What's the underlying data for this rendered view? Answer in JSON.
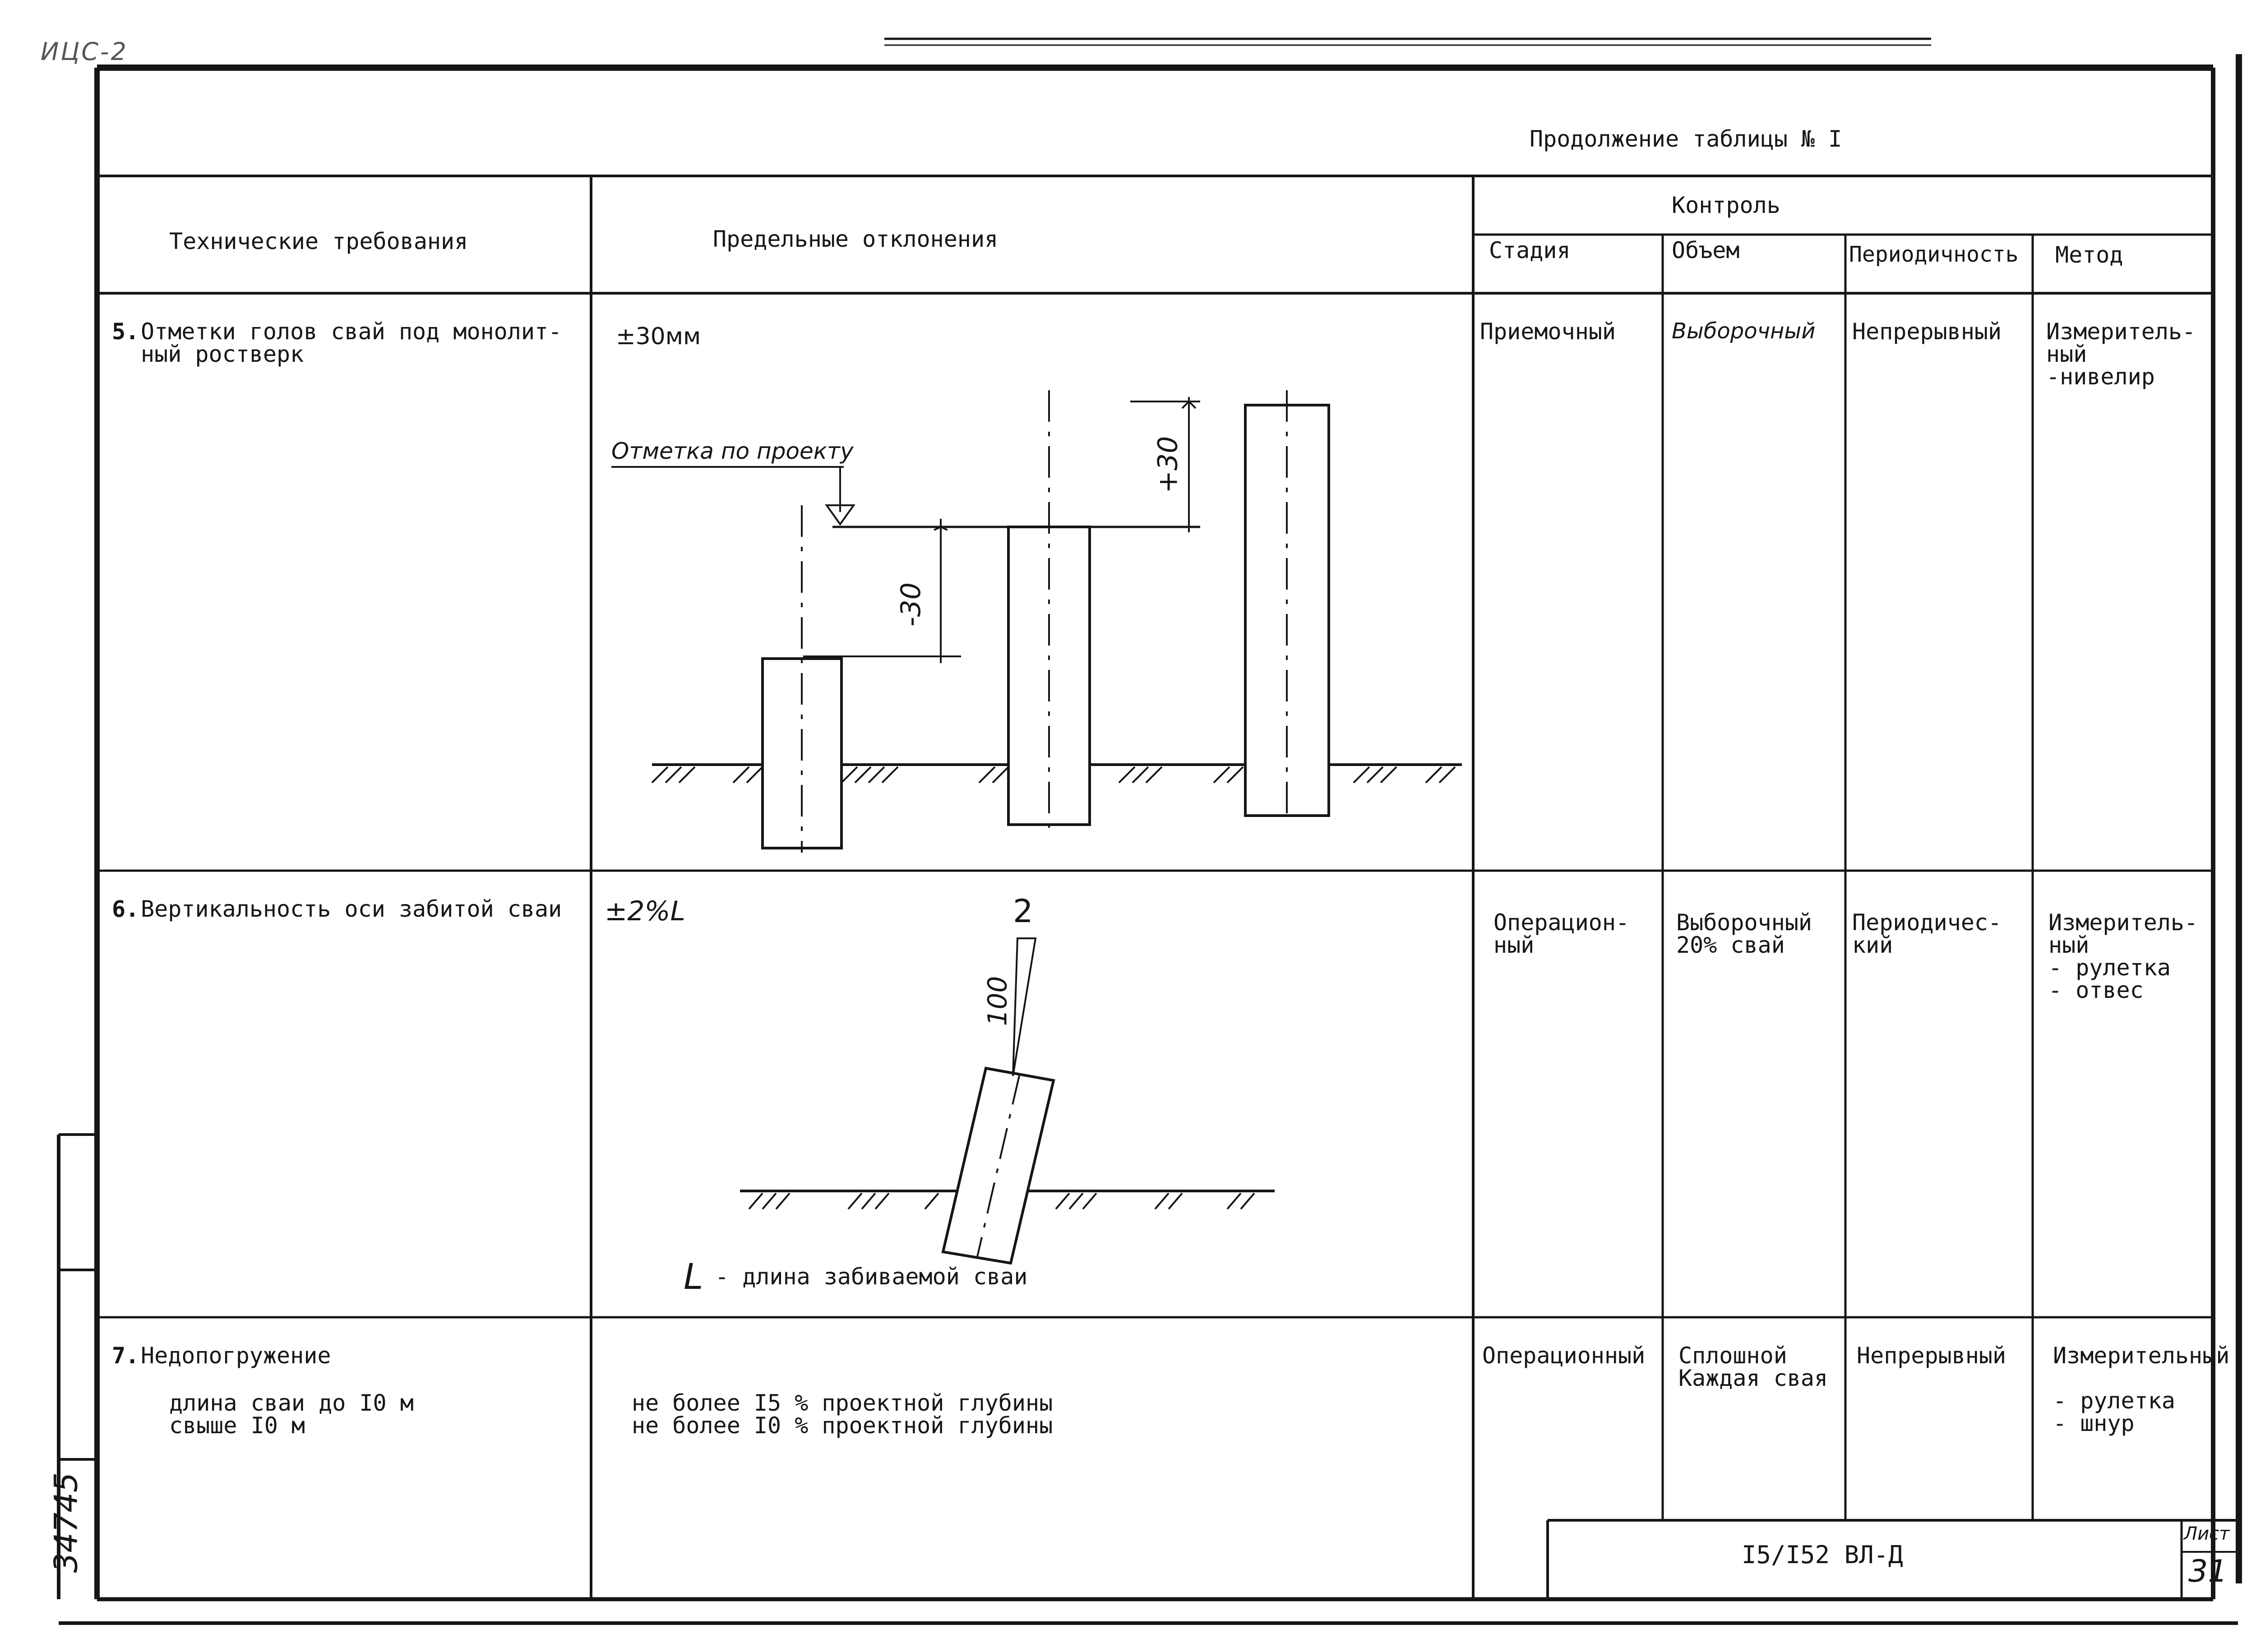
{
  "stamp_top_left": "ИЦС-2",
  "table_caption": "Продолжение таблицы № I",
  "header": {
    "requirements": "Технические требования",
    "deviations": "Предельные отклонения",
    "control": "Контроль",
    "stage": "Стадия",
    "volume": "Объем",
    "periodicity": "Периодичность",
    "method": "Метод"
  },
  "rows": [
    {
      "num": "5.",
      "requirement": "Отметки голов свай под монолит-\n  ный ростверк",
      "deviation": "±30мм",
      "stage": "Приемочный",
      "volume": "Выборочный",
      "periodicity": "Непрерывный",
      "method": "Измеритель-\nный\n-нивелир"
    },
    {
      "num": "6.",
      "requirement": "Вертикальность оси забитой сваи",
      "deviation": "±2%L",
      "stage": "Операцион-\nный",
      "volume": "Выборочный\n20% свай",
      "periodicity": "Периодичес-\nкий",
      "method": "Измеритель-\nный\n - рулетка\n - отвес"
    },
    {
      "num": "7.",
      "requirement": "Недопогружение",
      "sub_requirement": "длина сваи до I0 м\n          свыше I0 м",
      "deviation": "не более I5 % проектной глубины\nне более I0 % проектной глубины",
      "stage": "Операционный",
      "volume": "Сплошной\nКаждая свая",
      "periodicity": "Непрерывный",
      "method": "Измерительный\n\n - рулетка\n - шнур"
    }
  ],
  "diagram1": {
    "label_project_mark": "Отметка по проекту",
    "plus_label": "+30",
    "minus_label": "-30"
  },
  "diagram2": {
    "label_2": "2",
    "label_100": "100",
    "l_symbol": "L",
    "l_caption": "- длина забиваемой сваи"
  },
  "title_block": {
    "doc_code": "I5/I52 ВЛ-Д",
    "sheet_label": "Лист",
    "sheet_number": "31"
  },
  "side_stamp": "34745"
}
